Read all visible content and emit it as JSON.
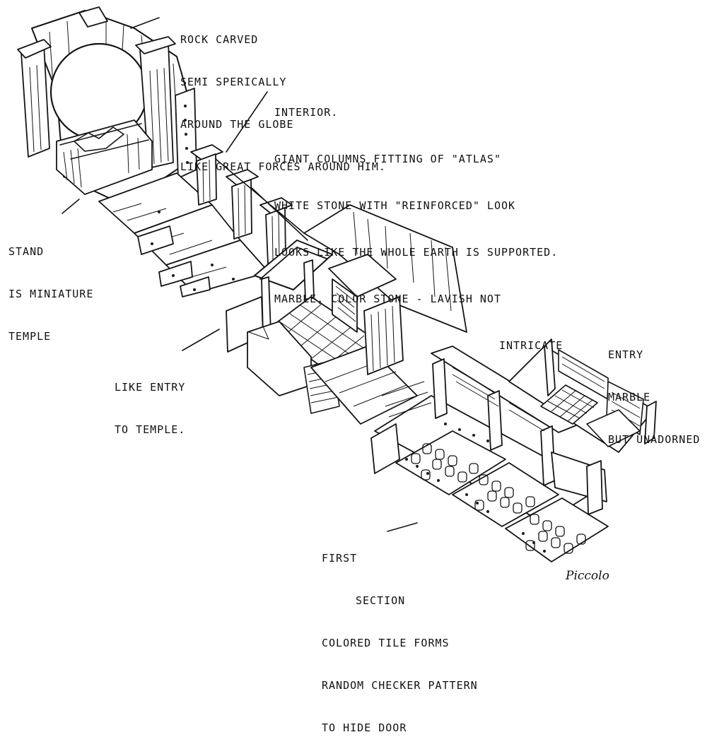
{
  "notes": {
    "globe": [
      "Rock carved",
      "semi sperically",
      "around the globe",
      "like great forces around him."
    ],
    "interior": [
      "Interior.",
      "Giant columns fitting of \"Atlas\"",
      "White stone with \"reinforced\" look",
      "Looks like the whole earth is supported.",
      "Marble, color stone - lavish not",
      "intricate"
    ],
    "stand": [
      "Stand",
      "is miniature",
      "temple"
    ],
    "entry_temple": [
      "Like entry",
      "to temple."
    ],
    "entry": [
      "Entry",
      "marble",
      "but unadorned"
    ],
    "first_section": [
      "First",
      "Section",
      "Colored tile forms",
      "random checker pattern",
      "to hide door"
    ]
  },
  "signature": "Piccolo",
  "colors": {
    "ink": "#151515",
    "paper": "#ffffff"
  }
}
